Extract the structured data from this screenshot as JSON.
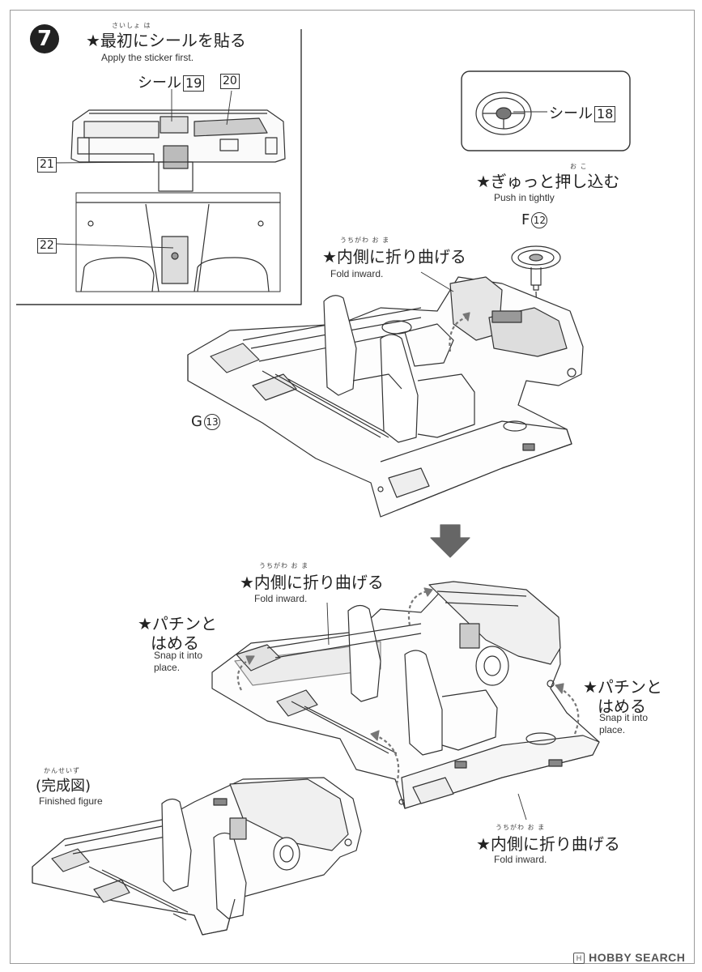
{
  "step_number": "7",
  "sticker_first": {
    "ruby": "さいしょ      は",
    "jp": "★最初にシールを貼る",
    "en": "Apply the sticker first."
  },
  "inset": {
    "sticker_19": {
      "label": "シール",
      "num": "19"
    },
    "part_20": "20",
    "part_21": "21",
    "part_22": "22"
  },
  "wheel_callout": {
    "label": "シール",
    "num": "18"
  },
  "push_in": {
    "ruby": "お   こ",
    "jp": "★ぎゅっと押し込む",
    "en": "Push in tightly"
  },
  "part_f": {
    "letter": "F",
    "num": "12"
  },
  "part_g": {
    "letter": "G",
    "num": "13"
  },
  "fold_1": {
    "ruby": "うちがわ  お  ま",
    "jp": "★内側に折り曲げる",
    "en": "Fold inward."
  },
  "fold_2": {
    "ruby": "うちがわ  お  ま",
    "jp": "★内側に折り曲げる",
    "en": "Fold inward."
  },
  "fold_3": {
    "ruby": "うちがわ  お  ま",
    "jp": "★内側に折り曲げる",
    "en": "Fold inward."
  },
  "snap_left": {
    "jp1": "★パチンと",
    "jp2": "はめる",
    "en1": "Snap it into",
    "en2": "place."
  },
  "snap_right": {
    "jp1": "★パチンと",
    "jp2": "はめる",
    "en1": "Snap it into",
    "en2": "place."
  },
  "finished": {
    "ruby": "かんせいず",
    "jp": "(完成図)",
    "en": "Finished figure"
  },
  "watermark": "HOBBY SEARCH"
}
